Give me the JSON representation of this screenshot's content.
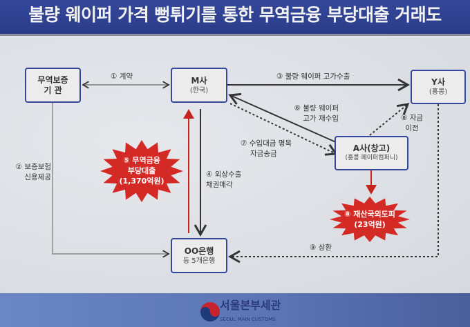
{
  "title": "불량 웨이퍼 가격 뻥튀기를 통한 무역금융 부당대출 거래도",
  "nodes": {
    "guarantor": {
      "title": "무역보증",
      "title2": "기 관"
    },
    "m": {
      "title": "M사",
      "sub": "(한국)"
    },
    "y": {
      "title": "Y사",
      "sub": "(홍콩)"
    },
    "a": {
      "title": "A사(창고)",
      "sub": "(홍콩 페이퍼컴퍼니)"
    },
    "bank": {
      "title": "OO은행",
      "sub": "등 5개은행"
    }
  },
  "flows": {
    "f1": "① 계약",
    "f2a": "② 보증보험",
    "f2b": "신용제공",
    "f3": "③ 불량 웨이퍼 고가수출",
    "f4a": "④ 외상수출",
    "f4b": "채권매각",
    "f6a": "⑥ 불량 웨이퍼",
    "f6b": "고가 재수입",
    "f7a": "⑦ 수입대금 명목",
    "f7b": "자금송금",
    "f8a": "⑧ 자금",
    "f8b": "이전",
    "f9": "⑨ 상환"
  },
  "bursts": {
    "loan": {
      "l1": "⑤ 무역금융",
      "l2": "부당대출",
      "l3": "(1,370억원)"
    },
    "flight": {
      "l1": "⑧ 재산국외도피",
      "l2": "(23억원)"
    }
  },
  "footer": {
    "org": "서울본부세관",
    "org_en": "SEOUL MAIN CUSTOMS"
  },
  "colors": {
    "banner": "#2e4190",
    "box_border": "#34479a",
    "burst": "#d42a25"
  }
}
